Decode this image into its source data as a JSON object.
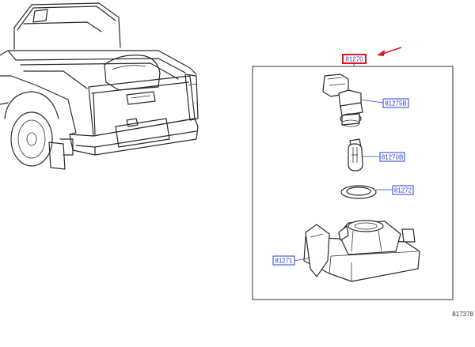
{
  "callouts": {
    "assembly": "81270",
    "socket": "81275B",
    "bulb": "81270B",
    "gasket": "81272",
    "lens_housing": "81271"
  },
  "figure_number": "817378",
  "colors": {
    "callout": "#2a3fd6",
    "highlight": "#e0151f",
    "line": "#2a2a2a"
  }
}
